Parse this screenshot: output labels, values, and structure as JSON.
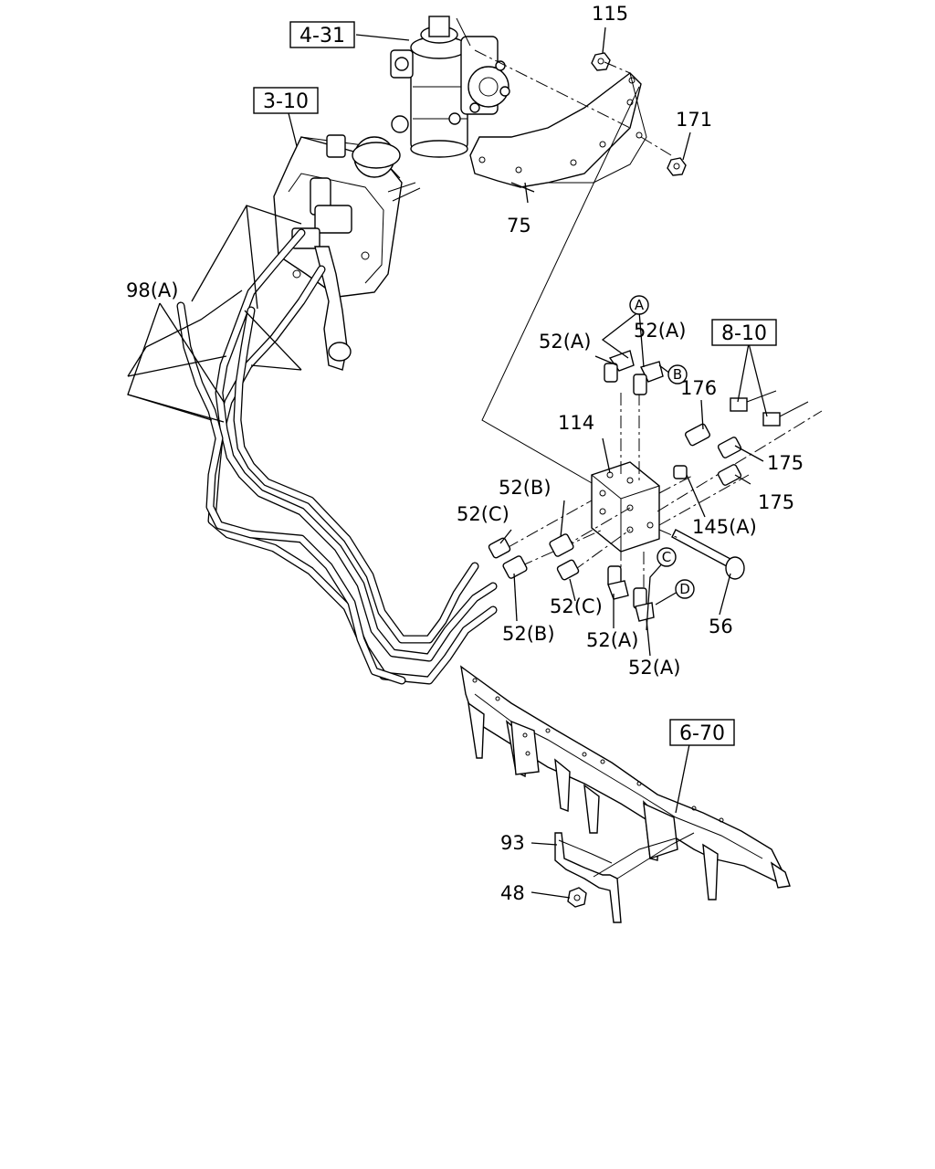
{
  "refs": {
    "r431": "4-31",
    "r310": "3-10",
    "r810": "8-10",
    "r670": "6-70"
  },
  "parts": {
    "p115": "115",
    "p171": "171",
    "p75": "75",
    "p98a": "98(A)",
    "p114": "114",
    "p176": "176",
    "p175a": "175",
    "p175b": "175",
    "p145a": "145(A)",
    "p56": "56",
    "p52a_top1": "52(A)",
    "p52a_top2": "52(A)",
    "p52b_1": "52(B)",
    "p52c_1": "52(C)",
    "p52c_2": "52(C)",
    "p52b_2": "52(B)",
    "p52a_bot1": "52(A)",
    "p52a_bot2": "52(A)",
    "p93": "93",
    "p48": "48"
  },
  "circled": {
    "A": "A",
    "B": "B",
    "C": "C",
    "D": "D"
  }
}
